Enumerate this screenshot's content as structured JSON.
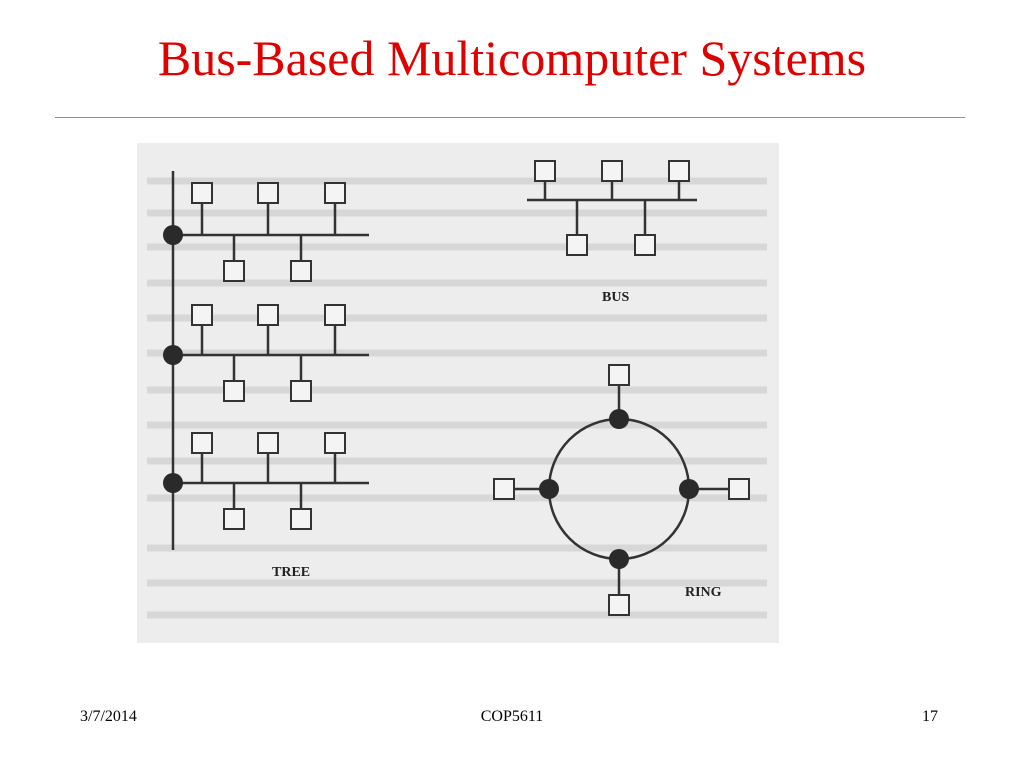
{
  "slide": {
    "title": "Bus-Based Multicomputer Systems",
    "title_color": "#e00000",
    "rule_color": "#5b9bd5"
  },
  "figure": {
    "background": "#ededed",
    "labels": {
      "tree": "TREE",
      "bus": "BUS",
      "ring": "RING"
    }
  },
  "footer": {
    "date": "3/7/2014",
    "course": "COP5611",
    "page": "17"
  }
}
